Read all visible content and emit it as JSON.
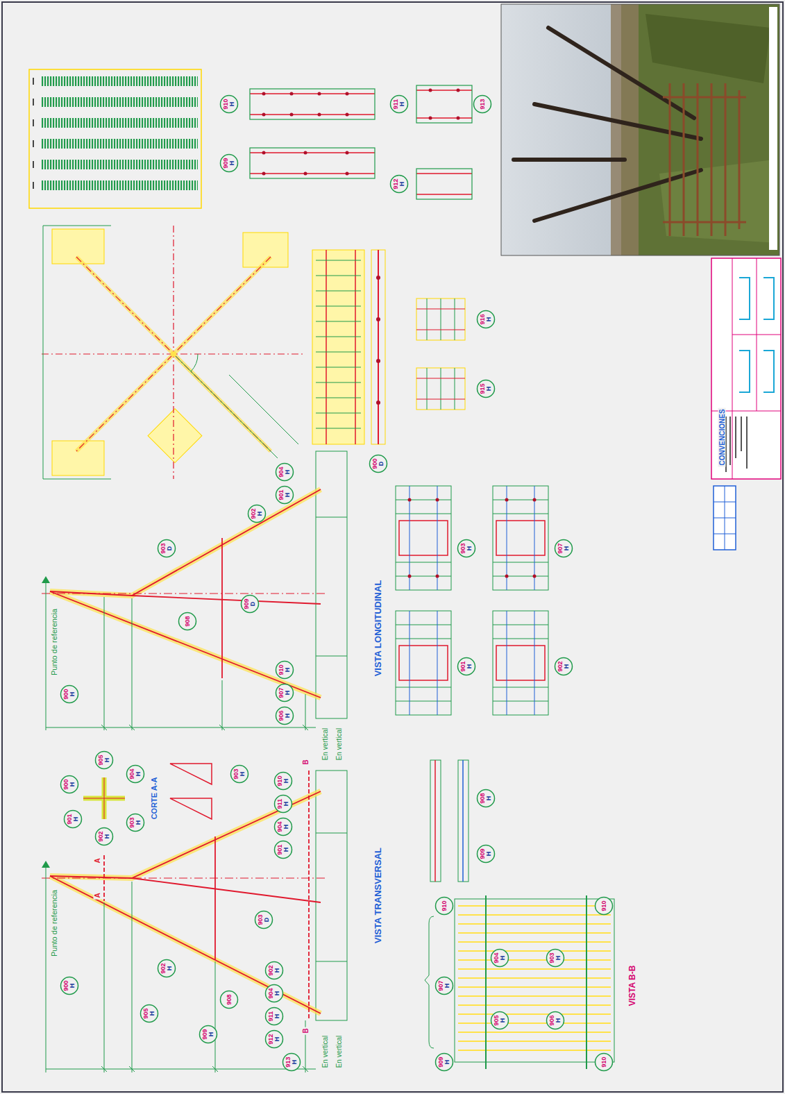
{
  "diagram": {
    "nodes": [
      {
        "text": [
          "900",
          "H"
        ]
      },
      {
        "text": [
          "910",
          "H"
        ]
      },
      {
        "text": [
          "911",
          "H"
        ]
      },
      {
        "text": [
          "904",
          "H"
        ]
      },
      {
        "text": [
          "901",
          "H"
        ]
      },
      {
        "text": [
          "902",
          "H"
        ]
      },
      {
        "text": [
          "908"
        ]
      },
      {
        "text": [
          "903",
          "D"
        ]
      },
      {
        "text": [
          "902",
          "H"
        ]
      },
      {
        "text": [
          "904",
          "H"
        ]
      },
      {
        "text": [
          "911",
          "H"
        ]
      },
      {
        "text": [
          "912",
          "H"
        ]
      },
      {
        "text": [
          "913",
          "H"
        ]
      },
      {
        "text": [
          "909",
          "H"
        ]
      },
      {
        "text": [
          "905",
          "H"
        ]
      },
      {
        "text": [
          "903",
          "H"
        ]
      },
      {
        "text": [
          "900",
          "H"
        ]
      },
      {
        "text": [
          "901",
          "H"
        ]
      },
      {
        "text": [
          "902",
          "H"
        ]
      },
      {
        "text": [
          "903",
          "H"
        ]
      },
      {
        "text": [
          "904",
          "H"
        ]
      },
      {
        "text": [
          "905",
          "H"
        ]
      },
      {
        "text": [
          "900",
          "H"
        ]
      },
      {
        "text": [
          "904",
          "H"
        ]
      },
      {
        "text": [
          "901",
          "H"
        ]
      },
      {
        "text": [
          "902",
          "H"
        ]
      },
      {
        "text": [
          "909",
          "D"
        ]
      },
      {
        "text": [
          "908"
        ]
      },
      {
        "text": [
          "910",
          "H"
        ]
      },
      {
        "text": [
          "907",
          "H"
        ]
      },
      {
        "text": [
          "906",
          "H"
        ]
      },
      {
        "text": [
          "903",
          "D"
        ]
      },
      {
        "text": [
          "900",
          "D"
        ]
      },
      {
        "text": [
          "910",
          "H"
        ]
      },
      {
        "text": [
          "909",
          "H"
        ]
      },
      {
        "text": [
          "911",
          "H"
        ]
      },
      {
        "text": [
          "912",
          "H"
        ]
      },
      {
        "text": [
          "913"
        ]
      },
      {
        "text": [
          "916",
          "H"
        ]
      },
      {
        "text": [
          "915",
          "H"
        ]
      },
      {
        "text": [
          "903",
          "H"
        ]
      },
      {
        "text": [
          "907",
          "H"
        ]
      },
      {
        "text": [
          "901",
          "H"
        ]
      },
      {
        "text": [
          "902",
          "H"
        ]
      },
      {
        "text": [
          "908",
          "H"
        ]
      },
      {
        "text": [
          "909",
          "H"
        ]
      },
      {
        "text": [
          "910"
        ]
      },
      {
        "text": [
          "909",
          "H"
        ]
      },
      {
        "text": [
          "904",
          "H"
        ]
      },
      {
        "text": [
          "903",
          "H"
        ]
      },
      {
        "text": [
          "905",
          "H"
        ]
      },
      {
        "text": [
          "906",
          "H"
        ]
      },
      {
        "text": [
          "910"
        ]
      },
      {
        "text": [
          "910"
        ]
      },
      {
        "text": [
          "907",
          "H"
        ]
      }
    ],
    "labels": [
      "Punto de referencia",
      "Punto de referencia",
      "En vertical",
      "En vertical",
      "En vertical",
      "En vertical",
      "VISTA TRANSVERSAL",
      "VISTA LONGITUDINAL",
      "CORTE A-A",
      "VISTA B-B",
      "CONVENCIONES",
      "A",
      "A",
      "B",
      "B"
    ]
  }
}
